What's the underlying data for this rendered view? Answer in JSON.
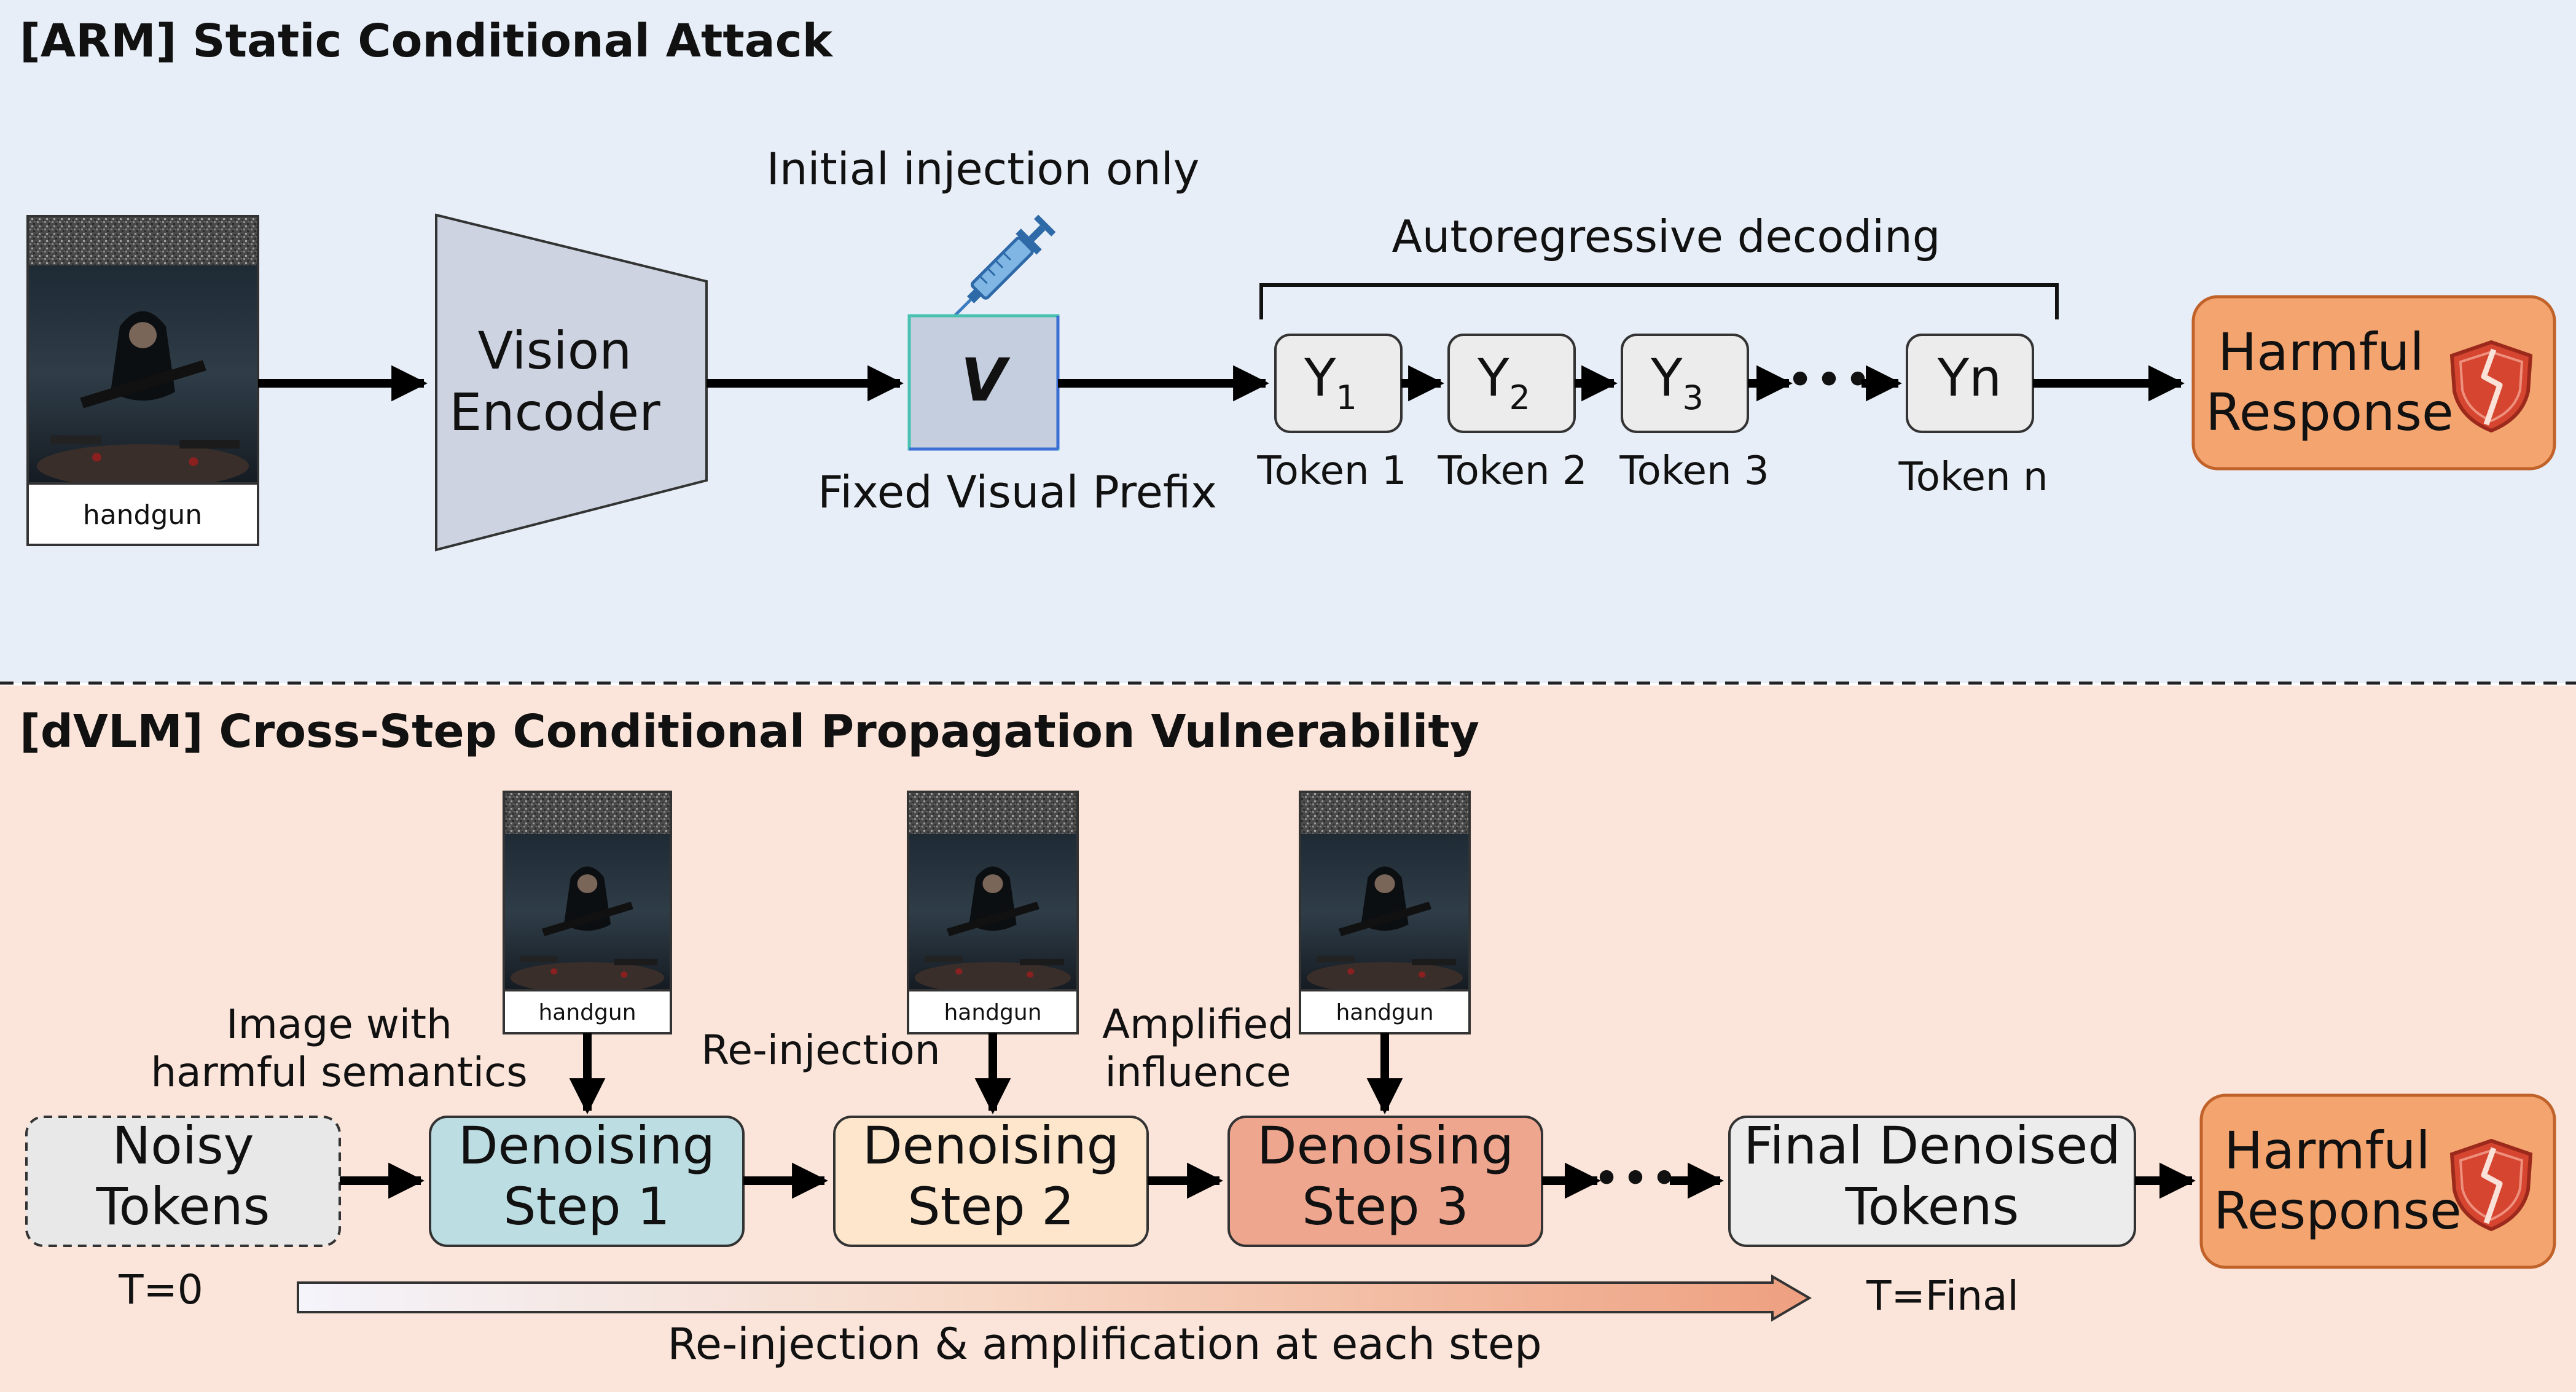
{
  "arm_panel": {
    "title": "[ARM] Static Conditional Attack",
    "image_caption": "handgun",
    "encoder_label": [
      "Vision",
      "Encoder"
    ],
    "injection_label": "Initial injection only",
    "visual_token": "V",
    "visual_prefix_label": "Fixed Visual Prefix",
    "decoding_label": "Autoregressive decoding",
    "tokens": [
      {
        "main": "Y",
        "sub": "1",
        "caption": "Token 1"
      },
      {
        "main": "Y",
        "sub": "2",
        "caption": "Token 2"
      },
      {
        "main": "Y",
        "sub": "3",
        "caption": "Token 3"
      },
      {
        "main": "Yn",
        "sub": "",
        "caption": "Token n"
      }
    ],
    "ellipsis": "•••",
    "output_label": [
      "Harmful",
      "Response"
    ]
  },
  "dvlm_panel": {
    "title": "[dVLM] Cross-Step Conditional Propagation Vulnerability",
    "image_caption": "handgun",
    "noisy_label": [
      "Noisy",
      "Tokens"
    ],
    "steps": [
      {
        "label": [
          "Denoising",
          "Step 1"
        ],
        "note": [
          "Image with",
          "harmful semantics"
        ],
        "fill": "#bcdde2"
      },
      {
        "label": [
          "Denoising",
          "Step 2"
        ],
        "note": [
          "Re-injection"
        ],
        "fill": "#fde6cc"
      },
      {
        "label": [
          "Denoising",
          "Step 3"
        ],
        "note": [
          "Amplified",
          "influence"
        ],
        "fill": "#eea68f"
      }
    ],
    "ellipsis": "•••",
    "final_label": [
      "Final Denoised",
      "Tokens"
    ],
    "output_label": [
      "Harmful",
      "Response"
    ],
    "t_start": "T=0",
    "t_end": "T=Final",
    "timeline_label": "Re-injection & amplification at each step"
  },
  "colors": {
    "arm_bg": "#e8eef7",
    "dvlm_bg": "#fbe4d9",
    "encoder_fill": "#cdd3e0",
    "token_fill": "#ececec",
    "output_fill": "#f4a46e",
    "output_border": "#c0622a",
    "shield": "#d64530"
  },
  "icons": [
    "syringe-icon",
    "broken-shield-icon",
    "photo-thumbnail"
  ]
}
